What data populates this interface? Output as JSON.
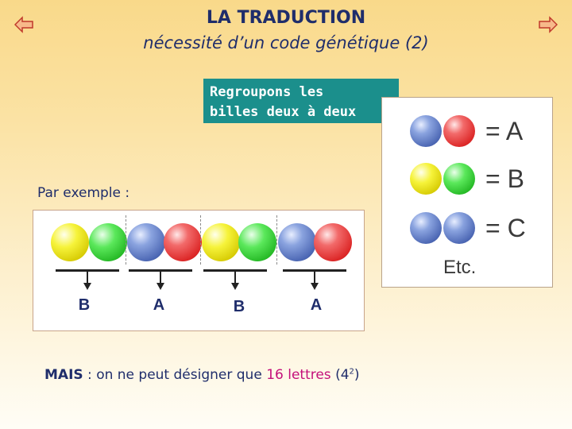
{
  "slide": {
    "title": "LA TRADUCTION",
    "subtitle": "nécessité d’un code génétique (2)"
  },
  "callout": {
    "line1": "Regroupons les",
    "line2": "billes deux à deux"
  },
  "legend": {
    "rows": [
      {
        "balls": [
          "blue",
          "red"
        ],
        "text": "= A"
      },
      {
        "balls": [
          "yellow",
          "green"
        ],
        "text": "= B"
      },
      {
        "balls": [
          "blue",
          "blue"
        ],
        "text": "= C"
      }
    ],
    "etc": "Etc."
  },
  "example": {
    "label": "Par exemple :",
    "balls": [
      "yellow",
      "green",
      "blue",
      "red",
      "yellow",
      "green",
      "blue",
      "red"
    ],
    "letters": [
      "B",
      "A",
      "B",
      "A"
    ]
  },
  "footer": {
    "mais": "MAIS",
    "text": " : on ne peut désigner que ",
    "highlight": "16 lettres",
    "paren_open": " (4",
    "exponent": "2",
    "paren_close": ")"
  },
  "colors": {
    "yellow": "#f6f33a",
    "green": "#21b521",
    "blue": "#4b66b3",
    "red": "#dc2626",
    "teal": "#1b8f8c",
    "title": "#1f2d6b",
    "highlight": "#c4107a"
  },
  "icons": {
    "prev": "left-arrow-icon",
    "next": "right-arrow-icon"
  }
}
